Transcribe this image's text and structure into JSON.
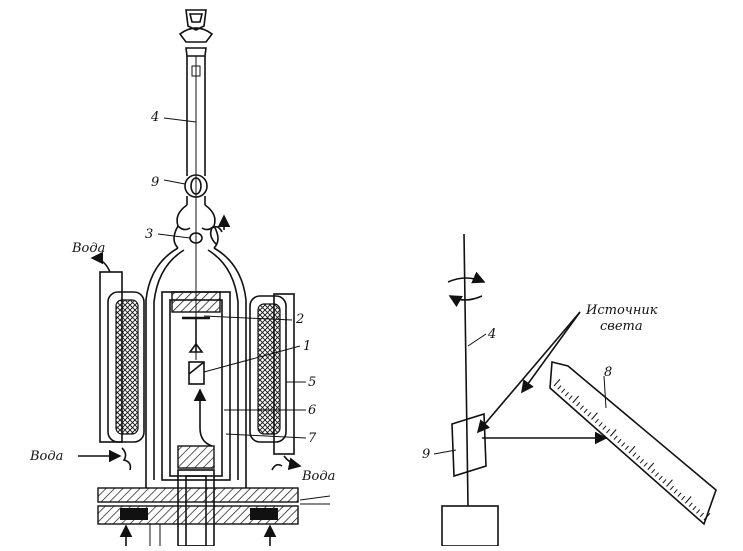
{
  "labels": {
    "num_4_left": "4",
    "num_9_left": "9",
    "num_3": "3",
    "num_2": "2",
    "num_1": "1",
    "num_5": "5",
    "num_6": "6",
    "num_7": "7",
    "num_4_right": "4",
    "num_9_right": "9",
    "num_8": "8",
    "voda_top": "Вода",
    "voda_left": "Вода",
    "voda_right": "Вода",
    "source_line1": "Источник",
    "source_line2": "света"
  },
  "colors": {
    "ink": "#111111",
    "paper": "#ffffff"
  }
}
